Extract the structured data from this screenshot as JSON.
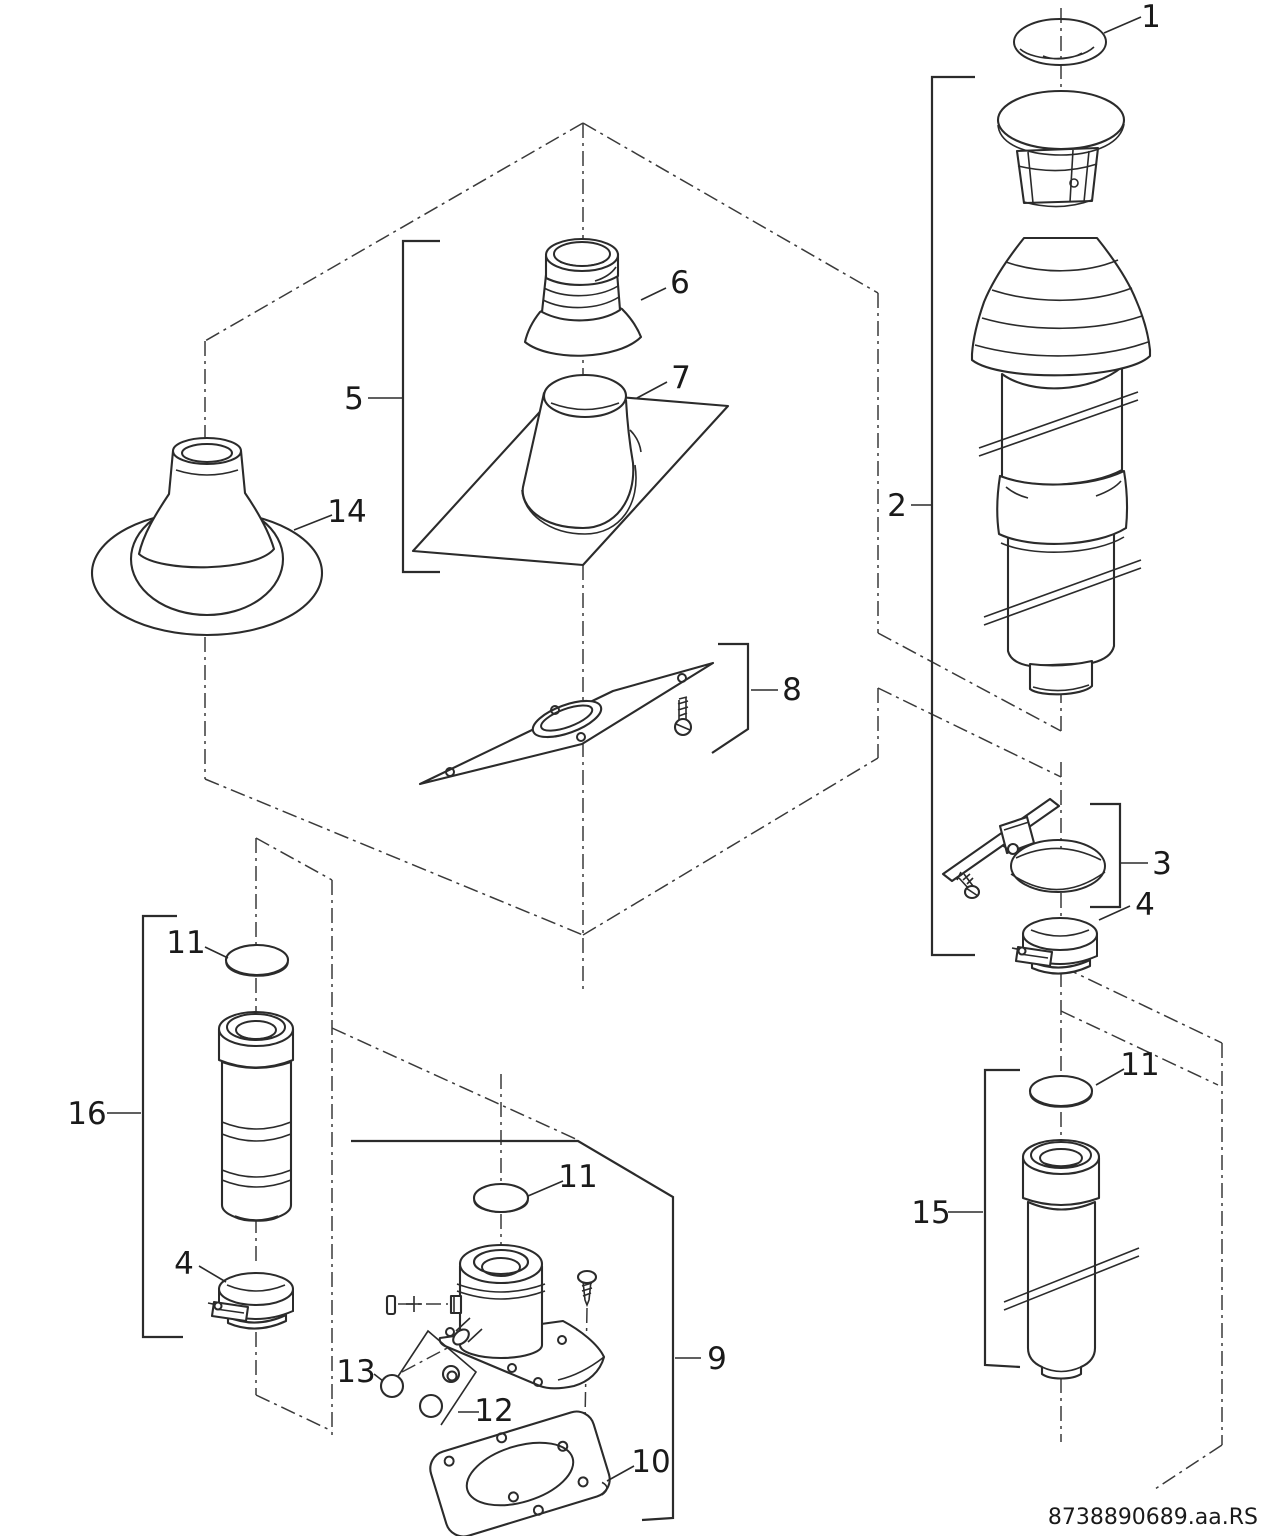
{
  "diagram": {
    "type": "exploded-parts-diagram",
    "drawing_code": "8738890689.aa.RS",
    "colors": {
      "background": "#ffffff",
      "line": "#2b2b2b",
      "centerline": "#3a3a3a",
      "text": "#1a1a1a"
    },
    "callouts": {
      "c1": "1",
      "c2": "2",
      "c3": "3",
      "c4r": "4",
      "c4l": "4",
      "c5": "5",
      "c6": "6",
      "c7": "7",
      "c8": "8",
      "c9": "9",
      "c10": "10",
      "c11r": "11",
      "c11l": "11",
      "c11c": "11",
      "c12": "12",
      "c13": "13",
      "c14": "14",
      "c15": "15",
      "c16": "16"
    }
  }
}
